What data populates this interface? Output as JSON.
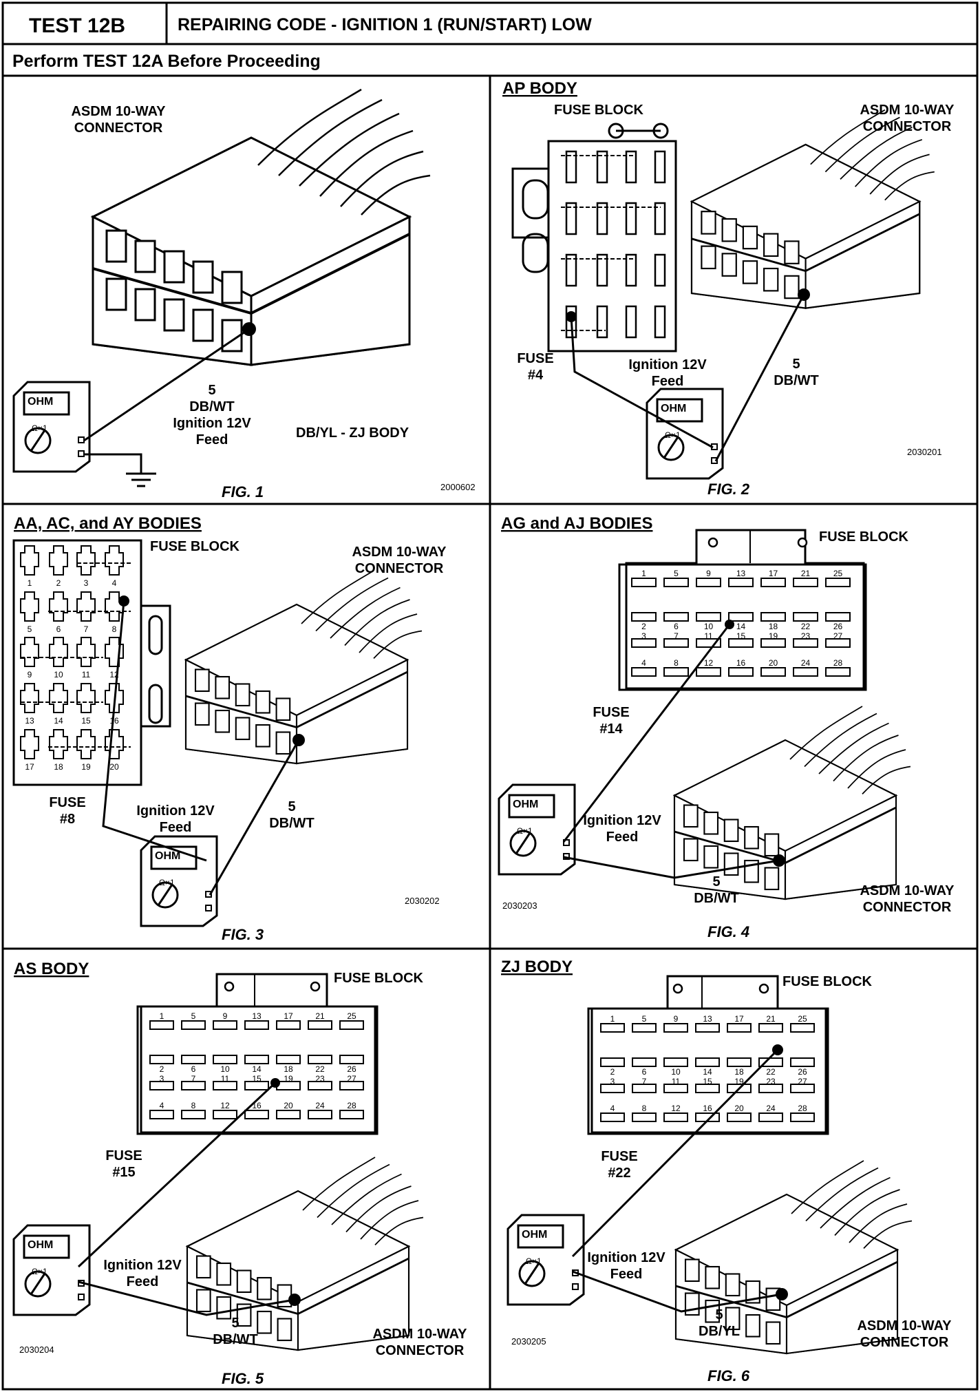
{
  "header": {
    "test_id": "TEST 12B",
    "title": "REPAIRING CODE - IGNITION 1 (RUN/START) LOW",
    "subtitle": "Perform TEST 12A Before Proceeding"
  },
  "meter_display": "OHM",
  "meter_scale": "Ω×1",
  "panels": [
    {
      "section": "",
      "fig": "FIG. 1",
      "code": "2000602",
      "labels": {
        "connector": [
          "ASDM 10-WAY",
          "CONNECTOR"
        ],
        "pin": [
          "5",
          "DB/WT",
          "Ignition 12V",
          "Feed"
        ],
        "note": "DB/YL - ZJ BODY"
      }
    },
    {
      "section": "AP BODY",
      "fig": "FIG. 2",
      "code": "2030201",
      "labels": {
        "fuse_block": "FUSE BLOCK",
        "connector": [
          "ASDM 10-WAY",
          "CONNECTOR"
        ],
        "fuse": [
          "FUSE",
          "#4"
        ],
        "feed": [
          "Ignition 12V",
          "Feed"
        ],
        "pin": [
          "5",
          "DB/WT"
        ]
      }
    },
    {
      "section": "AA, AC, and AY BODIES",
      "fig": "FIG. 3",
      "code": "2030202",
      "labels": {
        "fuse_block": "FUSE BLOCK",
        "connector": [
          "ASDM 10-WAY",
          "CONNECTOR"
        ],
        "fuse": [
          "FUSE",
          "#8"
        ],
        "feed": [
          "Ignition 12V",
          "Feed"
        ],
        "pin": [
          "5",
          "DB/WT"
        ]
      },
      "fuse_numbers": [
        "1",
        "2",
        "3",
        "4",
        "5",
        "6",
        "7",
        "8",
        "9",
        "10",
        "11",
        "12",
        "13",
        "14",
        "15",
        "16",
        "17",
        "18",
        "19",
        "20"
      ]
    },
    {
      "section": "AG and AJ BODIES",
      "fig": "FIG. 4",
      "code": "2030203",
      "labels": {
        "fuse_block": "FUSE BLOCK",
        "connector": [
          "ASDM 10-WAY",
          "CONNECTOR"
        ],
        "fuse": [
          "FUSE",
          "#14"
        ],
        "feed": [
          "Ignition 12V",
          "Feed"
        ],
        "pin": [
          "5",
          "DB/WT"
        ]
      }
    },
    {
      "section": "AS BODY",
      "fig": "FIG. 5",
      "code": "2030204",
      "labels": {
        "fuse_block": "FUSE BLOCK",
        "connector": [
          "ASDM 10-WAY",
          "CONNECTOR"
        ],
        "fuse": [
          "FUSE",
          "#15"
        ],
        "feed": [
          "Ignition 12V",
          "Feed"
        ],
        "pin": [
          "5",
          "DB/WT"
        ]
      }
    },
    {
      "section": "ZJ BODY",
      "fig": "FIG. 6",
      "code": "2030205",
      "labels": {
        "fuse_block": "FUSE BLOCK",
        "connector": [
          "ASDM 10-WAY",
          "CONNECTOR"
        ],
        "fuse": [
          "FUSE",
          "#22"
        ],
        "feed": [
          "Ignition 12V",
          "Feed"
        ],
        "pin": [
          "5",
          "DB/YL"
        ]
      }
    }
  ],
  "grid_fuse_numbers": [
    [
      "1",
      "5",
      "9",
      "13",
      "17",
      "21",
      "25"
    ],
    [
      "2",
      "6",
      "10",
      "14",
      "18",
      "22",
      "26"
    ],
    [
      "3",
      "7",
      "11",
      "15",
      "19",
      "23",
      "27"
    ],
    [
      "4",
      "8",
      "12",
      "16",
      "20",
      "24",
      "28"
    ]
  ]
}
